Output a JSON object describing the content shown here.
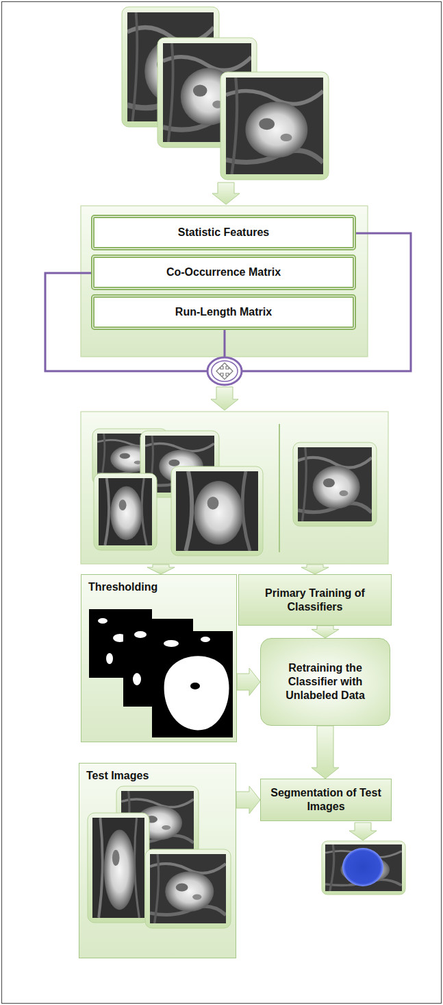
{
  "diagram": {
    "nodes": [
      {
        "text": [
          "Statistic Features"
        ]
      },
      {
        "text": [
          "Co-Occurrence Matrix"
        ]
      },
      {
        "text": [
          "Run-Length Matrix"
        ]
      },
      {
        "text": [
          "Thresholding"
        ]
      },
      {
        "text": [
          "Primary Training of Classifiers"
        ]
      },
      {
        "text": [
          "Retraining the Classifier with Unlabeled Data"
        ]
      },
      {
        "text": [
          "Test Images"
        ]
      },
      {
        "text": [
          "Segmentation of Test Images"
        ]
      }
    ],
    "edges": [
      {
        "from": 3,
        "to": 5,
        "arrow": "to"
      },
      {
        "from": 4,
        "to": 5,
        "arrow": "to"
      },
      {
        "from": 5,
        "to": 7,
        "arrow": "to"
      },
      {
        "from": 6,
        "to": 7,
        "arrow": "to"
      }
    ]
  }
}
